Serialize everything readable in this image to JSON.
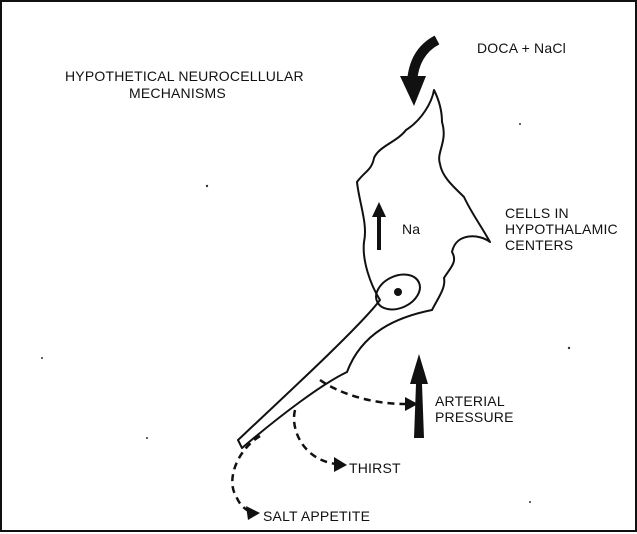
{
  "diagram": {
    "title": [
      "HYPOTHETICAL NEUROCELLULAR",
      "MECHANISMS"
    ],
    "input_label": "DOCA + NaCl",
    "cell_label": [
      "CELLS IN",
      "HYPOTHALAMIC",
      "CENTERS"
    ],
    "ion_label": "Na",
    "outputs": {
      "arterial_pressure": [
        "ARTERIAL",
        "PRESSURE"
      ],
      "thirst": "THIRST",
      "salt_appetite": "SALT APPETITE"
    }
  }
}
